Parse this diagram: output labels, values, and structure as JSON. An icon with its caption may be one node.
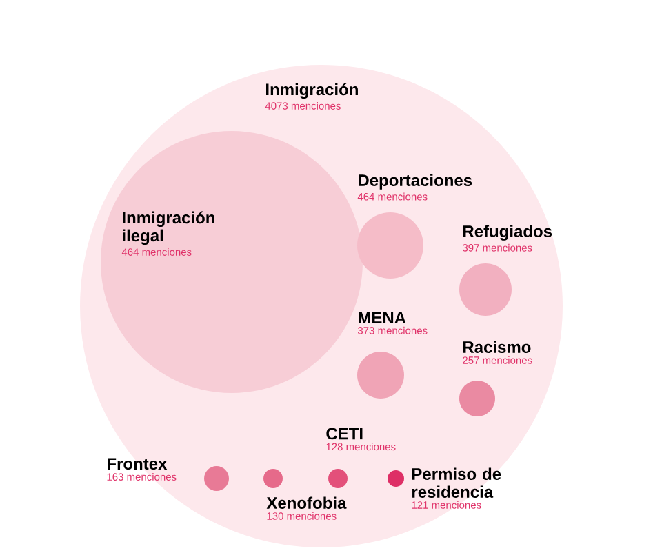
{
  "diagram": {
    "nodes": [
      {
        "text": [
          "Inmigración",
          "4073 menciones"
        ]
      },
      {
        "text": [
          "Inmigración ilegal",
          "464 menciones"
        ],
        "in": 0
      },
      {
        "text": [
          "Deportaciones",
          "464 menciones"
        ],
        "in": 0
      },
      {
        "text": [
          "Refugiados",
          "397 menciones"
        ],
        "in": 0
      },
      {
        "text": [
          "MENA",
          "373 menciones"
        ],
        "in": 0
      },
      {
        "text": [
          "Racismo",
          "257 menciones"
        ],
        "in": 0
      },
      {
        "text": [
          "Frontex",
          "163 menciones"
        ],
        "in": 0
      },
      {
        "text": [
          "Xenofobia",
          "130 menciones"
        ],
        "in": 0
      },
      {
        "text": [
          "CETI",
          "128 menciones"
        ],
        "in": 0
      },
      {
        "text": [
          "Permiso de residencia",
          "121 menciones"
        ],
        "in": 0
      }
    ],
    "edges": []
  }
}
